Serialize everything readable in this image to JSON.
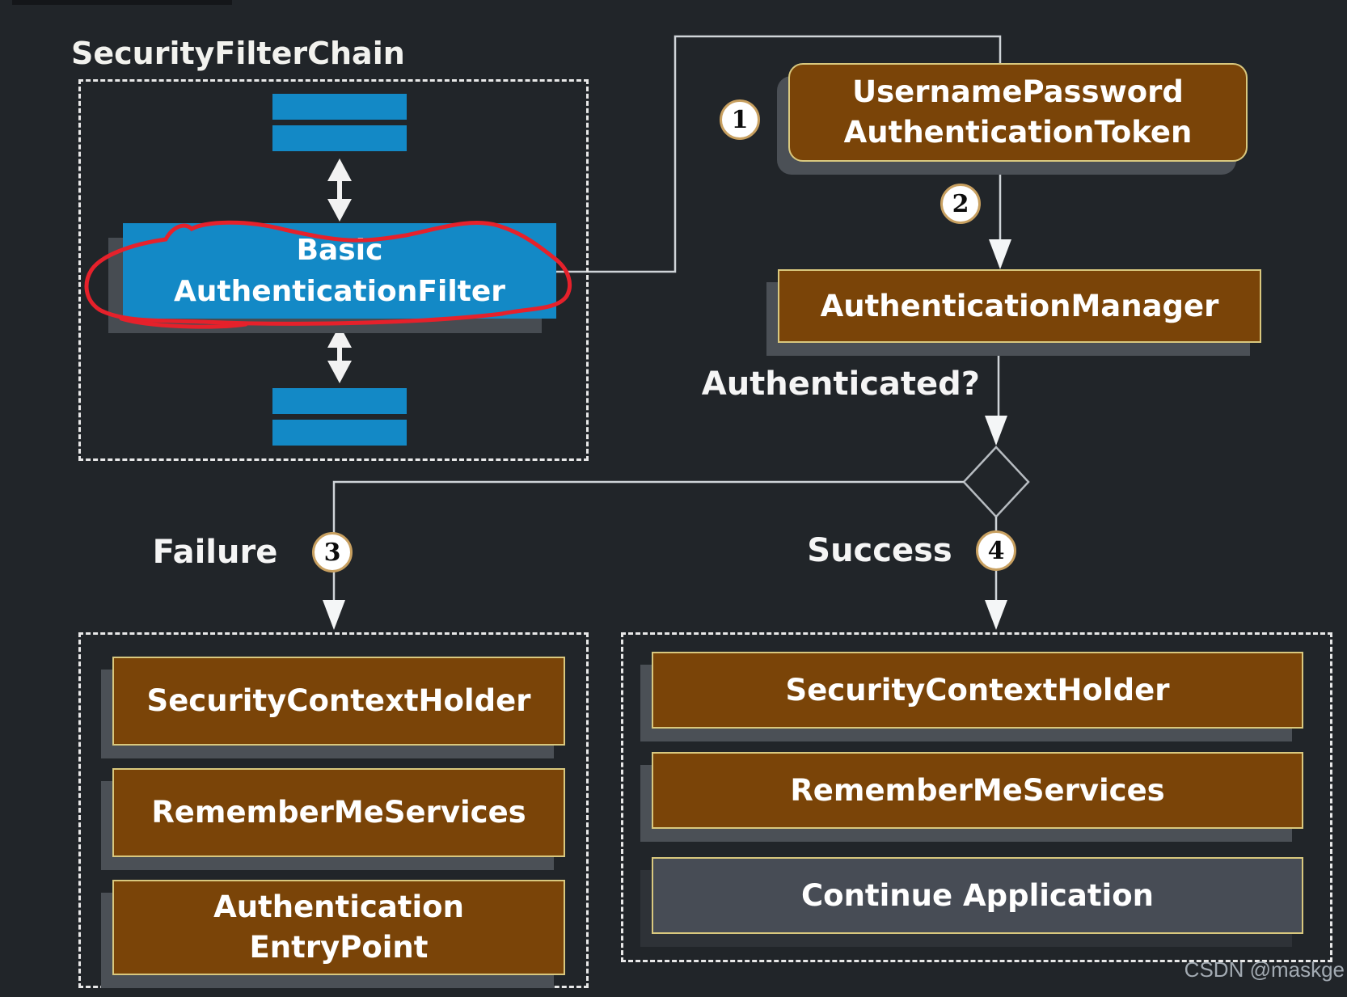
{
  "colors": {
    "background": "#212529",
    "filter_blue": "#1389c6",
    "node_brown": "#7a4408",
    "cream_border": "#d9c87e",
    "continue_slate": "#474c55",
    "annotation_red": "#e6212b",
    "shadow_gray": "#4b5056",
    "line_gray": "#cfd4d8"
  },
  "filter_chain": {
    "title": "SecurityFilterChain",
    "filter": {
      "line1": "Basic",
      "line2": "AuthenticationFilter"
    }
  },
  "flow": {
    "token": {
      "line1": "UsernamePassword",
      "line2": "AuthenticationToken"
    },
    "manager": "AuthenticationManager",
    "question": "Authenticated?",
    "failure_label": "Failure",
    "success_label": "Success",
    "badges": {
      "one": "1",
      "two": "2",
      "three": "3",
      "four": "4"
    }
  },
  "failure_box": {
    "security_context_holder": "SecurityContextHolder",
    "remember_me_services": "RememberMeServices",
    "entry_point_line1": "Authentication",
    "entry_point_line2": "EntryPoint"
  },
  "success_box": {
    "security_context_holder": "SecurityContextHolder",
    "remember_me_services": "RememberMeServices",
    "continue_application": "Continue Application"
  },
  "watermark": "CSDN @maskge"
}
